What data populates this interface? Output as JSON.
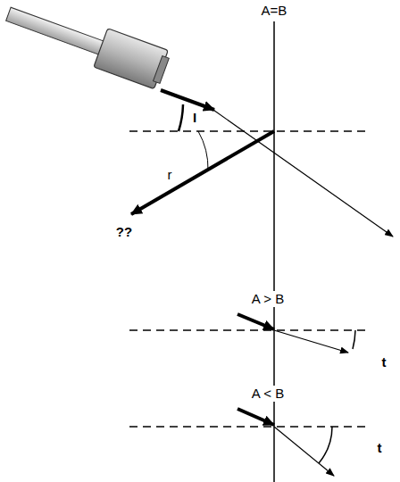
{
  "diagram": {
    "labels": [
      "A=B",
      "I",
      "r",
      "??",
      "A > B",
      "t",
      "A < B",
      "t"
    ]
  }
}
